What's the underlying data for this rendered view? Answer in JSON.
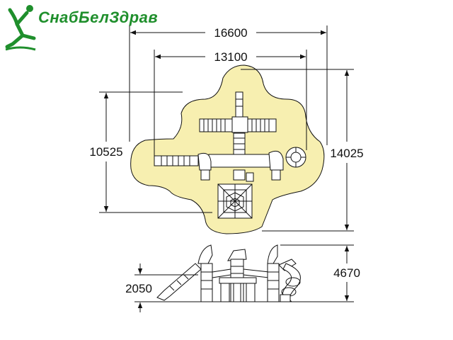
{
  "brand": {
    "name": "СнабБелЗдрав",
    "color": "#1f8f2c"
  },
  "colors": {
    "area_fill": "#f7efb0",
    "line": "#111111"
  },
  "dimensions": {
    "overall_width": "16600",
    "inner_width": "13100",
    "left_height": "10525",
    "right_height": "14025",
    "elevation_total_height": "4670",
    "elevation_platform_height": "2050"
  }
}
